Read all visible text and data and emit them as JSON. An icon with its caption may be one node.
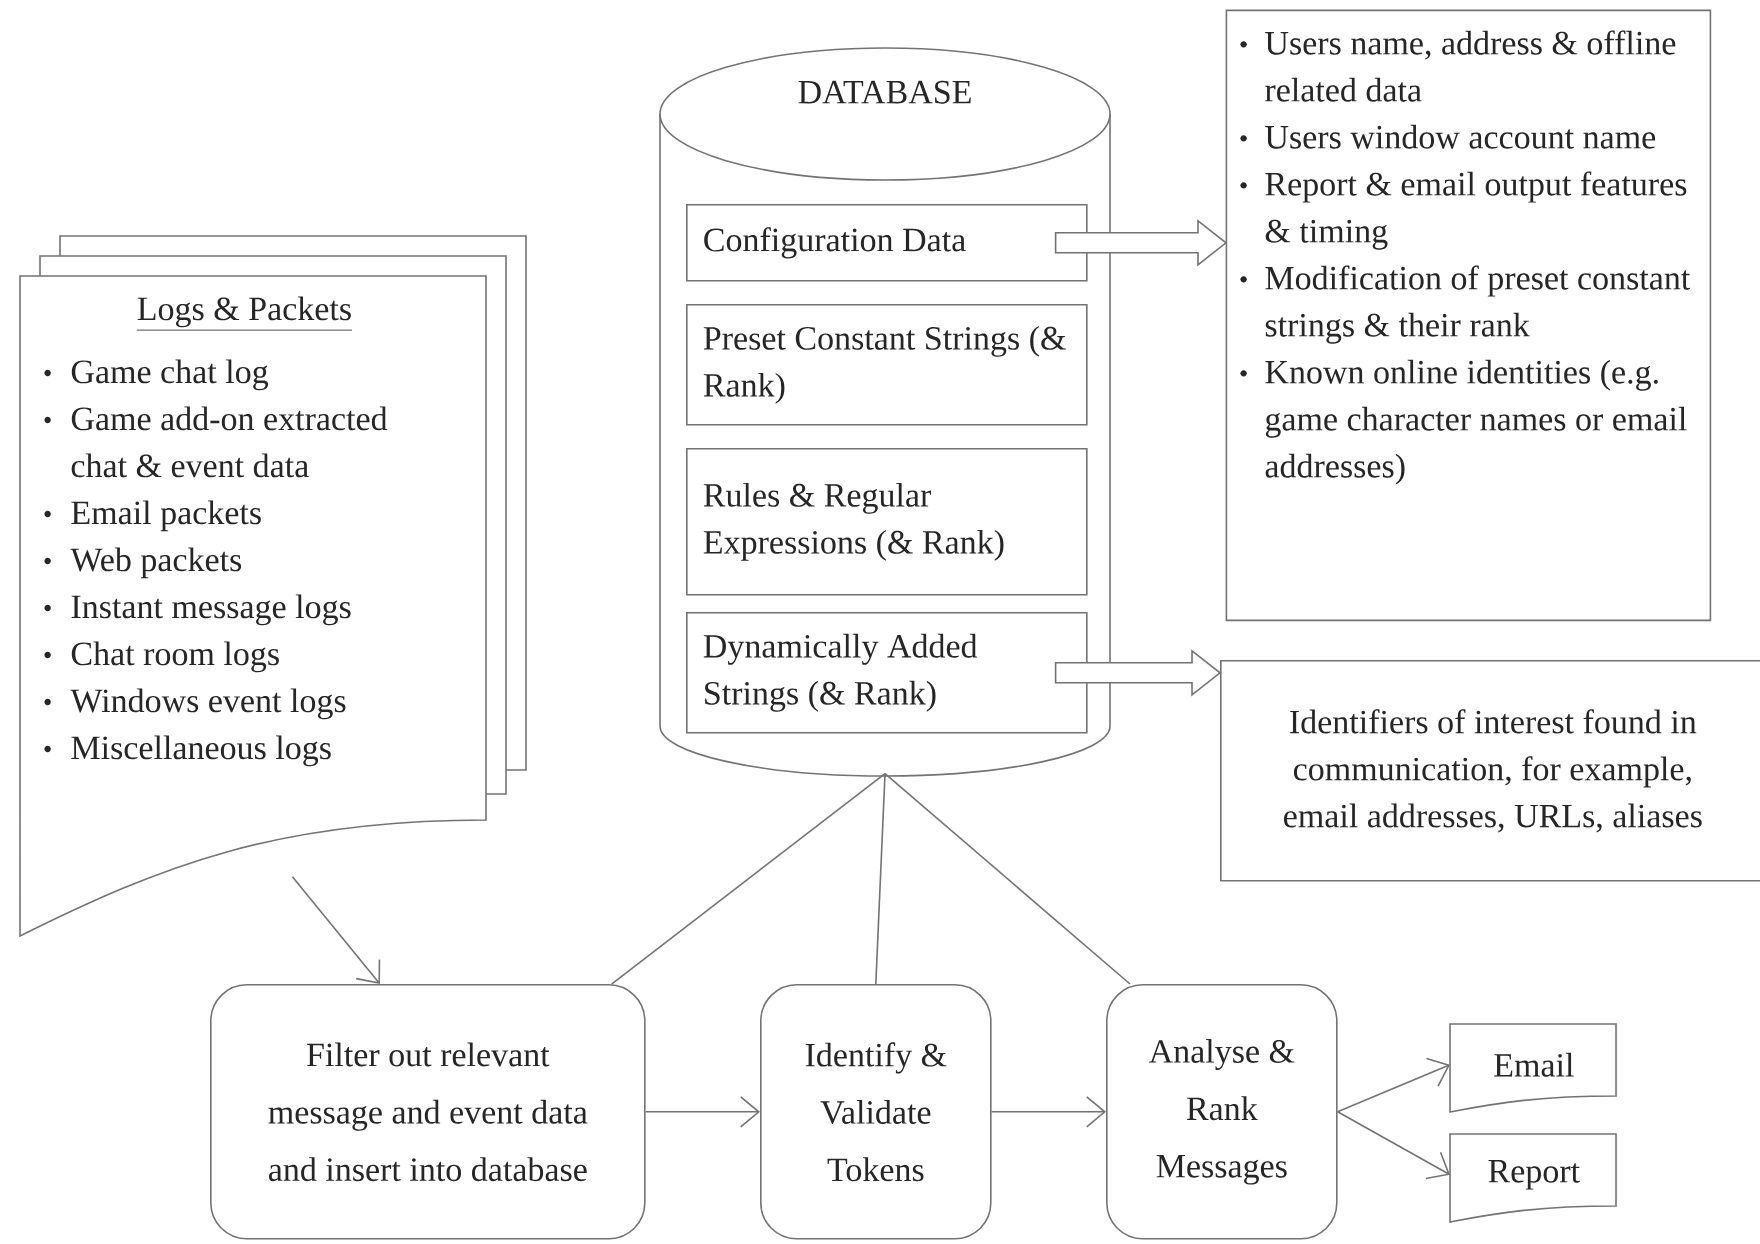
{
  "diagram": {
    "nodes": [
      {
        "text": [
          "Logs & Packets",
          "Game chat log",
          "Game add-on extracted chat & event data",
          "Email packets",
          "Web packets",
          "Instant message logs",
          "Chat room logs",
          "Windows event logs",
          "Miscellaneous logs"
        ]
      },
      {
        "text": [
          "DATABASE"
        ]
      },
      {
        "text": [
          "Configuration Data"
        ],
        "in": 1
      },
      {
        "text": [
          "Preset Constant Strings (& Rank)"
        ],
        "in": 1
      },
      {
        "text": [
          "Rules & Regular Expressions (& Rank)"
        ],
        "in": 1
      },
      {
        "text": [
          "Dynamically Added Strings (& Rank)"
        ],
        "in": 1
      },
      {
        "text": [
          "Users name, address & offline related data",
          "Users window account name",
          "Report & email output features & timing",
          "Modification of preset constant strings & their rank",
          "Known online identities (e.g. game character names or email addresses)"
        ]
      },
      {
        "text": [
          "Identifiers of interest found in communication, for example, email addresses, URLs, aliases"
        ]
      },
      {
        "text": [
          "Filter out relevant message and event data and insert into database"
        ]
      },
      {
        "text": [
          "Identify & Validate Tokens"
        ]
      },
      {
        "text": [
          "Analyse & Rank Messages"
        ]
      },
      {
        "text": [
          "Email"
        ]
      },
      {
        "text": [
          "Report"
        ]
      }
    ],
    "edges": [
      {
        "from": 0,
        "to": 8,
        "arrow": "to"
      },
      {
        "from": 2,
        "to": 6,
        "arrow": "to",
        "style": "thick"
      },
      {
        "from": 5,
        "to": 7,
        "arrow": "to",
        "style": "thick"
      },
      {
        "from": 1,
        "to": 8,
        "arrow": "none"
      },
      {
        "from": 1,
        "to": 9,
        "arrow": "none"
      },
      {
        "from": 1,
        "to": 10,
        "arrow": "none"
      },
      {
        "from": 8,
        "to": 9,
        "arrow": "to"
      },
      {
        "from": 9,
        "to": 10,
        "arrow": "to"
      },
      {
        "from": 10,
        "to": 11,
        "arrow": "to"
      },
      {
        "from": 10,
        "to": 12,
        "arrow": "to"
      }
    ]
  }
}
